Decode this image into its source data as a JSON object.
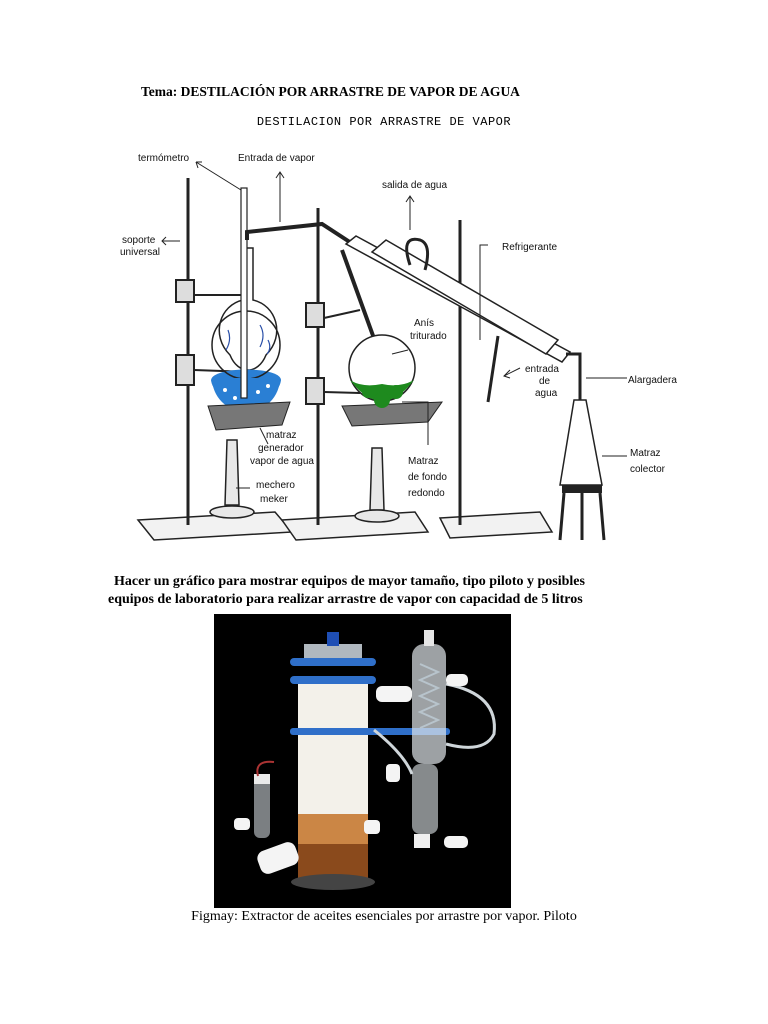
{
  "header": {
    "tema": "Tema: DESTILACIÓN POR ARRASTRE DE VAPOR DE AGUA",
    "subtitle": "DESTILACION POR ARRASTRE DE VAPOR"
  },
  "diagram_labels": {
    "termometro": "termómetro",
    "entrada_vapor": "Entrada de vapor",
    "salida_agua": "salida de agua",
    "refrigerante": "Refrigerante",
    "soporte_line1": "soporte",
    "soporte_line2": "universal",
    "anis_line1": "Anís",
    "anis_line2": "triturado",
    "entrada_agua_line1": "entrada",
    "entrada_agua_line2": "de",
    "entrada_agua_line3": "agua",
    "alargadera": "Alargadera",
    "matraz_gen_line1": "matraz",
    "matraz_gen_line2": "generador",
    "matraz_gen_line3": "vapor de agua",
    "matraz_fondo_line1": "Matraz",
    "matraz_fondo_line2": "de fondo",
    "matraz_fondo_line3": "redondo",
    "matraz_col_line1": "Matraz",
    "matraz_col_line2": "colector",
    "mechero_line1": "mechero",
    "mechero_line2": "meker"
  },
  "instructions": {
    "line1": "Hacer un gráfico para mostrar equipos de mayor tamaño, tipo piloto y posibles",
    "line2": "equipos de laboratorio para realizar arrastre de vapor con capacidad de 5 litros"
  },
  "caption": "Figmay: Extractor de aceites esenciales por arrastre por vapor. Piloto",
  "colors": {
    "water_blue": "#2a7fd4",
    "anise_green": "#1e8a1e",
    "clamp_blue": "#2f6fc9",
    "photo_bg": "#000000"
  }
}
